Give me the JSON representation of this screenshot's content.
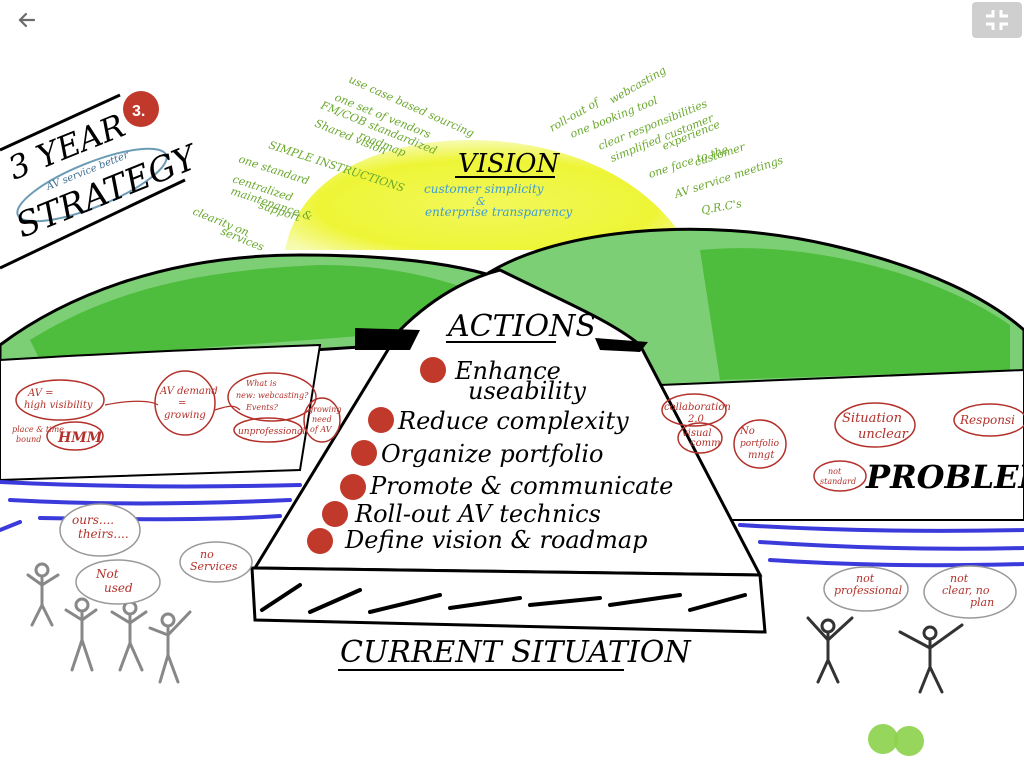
{
  "toolbar": {
    "back_icon": "arrow-left-icon",
    "fullscreen_icon": "exit-fullscreen-icon"
  },
  "colors": {
    "sun": "#eef536",
    "hill": "#3fb52b",
    "hill_light": "#7ccf74",
    "river": "#3b3bdc",
    "bullet": "#c0392b",
    "green_text": "#6aa82e",
    "red_text": "#b3312a",
    "figure": "#888888"
  },
  "title": {
    "line1": "3 YEAR",
    "line2": "STRATEGY",
    "sub": "AV service better",
    "number": "3."
  },
  "vision": {
    "title": "VISION",
    "line1": "customer simplicity",
    "line2": "&",
    "line3": "enterprise transparency"
  },
  "vision_notes_left": [
    "use case based sourcing",
    "one set of vendors",
    "FM/COB standardized",
    "Shared vision",
    "roadmap",
    "SIMPLE INSTRUCTIONS",
    "one standard",
    "centralized",
    "maintenance &",
    "support",
    "clearity on",
    "services"
  ],
  "vision_notes_right": [
    "roll-out of",
    "webcasting",
    "one booking tool",
    "clear responsibilities",
    "simplified customer",
    "experience",
    "one face to the",
    "customer",
    "AV service meetings",
    "Q.R.C's"
  ],
  "actions": {
    "title": "ACTIONS",
    "items": [
      {
        "line1": "Enhance",
        "line2": "useability"
      },
      {
        "line1": "Reduce complexity",
        "line2": ""
      },
      {
        "line1": "Organize portfolio",
        "line2": ""
      },
      {
        "line1": "Promote & communicate",
        "line2": ""
      },
      {
        "line1": "Roll-out AV technics",
        "line2": ""
      },
      {
        "line1": "Define vision & roadmap",
        "line2": ""
      }
    ]
  },
  "current_situation": "CURRENT SITUATION",
  "problems": {
    "title": "PROBLEMS",
    "bubbles_left": [
      {
        "line1": "AV =",
        "line2": "high visibility"
      },
      {
        "line1": "place & time",
        "line2": "bound"
      },
      {
        "line1": "HMM",
        "line2": ""
      },
      {
        "line1": "AV demand",
        "line2": "=",
        "line3": "growing"
      },
      {
        "line1": "What is",
        "line2": "new: webcasting?",
        "line3": "Events?"
      },
      {
        "line1": "unprofessional",
        "line2": ""
      },
      {
        "line1": "growing",
        "line2": "need",
        "line3": "of AV"
      }
    ],
    "bubbles_right": [
      {
        "line1": "collaboration",
        "line2": "2.0"
      },
      {
        "line1": "visual",
        "line2": "comm"
      },
      {
        "line1": "No",
        "line2": "portfolio",
        "line3": "mngt"
      },
      {
        "line1": "Situation",
        "line2": "unclear"
      },
      {
        "line1": "Responsi",
        "line2": ""
      },
      {
        "line1": "not",
        "line2": "standard"
      }
    ]
  },
  "people_left": [
    {
      "line1": "ours....",
      "line2": "theirs...."
    },
    {
      "line1": "Not",
      "line2": "used"
    },
    {
      "line1": "no",
      "line2": "Services"
    }
  ],
  "people_right": [
    {
      "line1": "not",
      "line2": "professional"
    },
    {
      "line1": "not",
      "line2": "clear, no",
      "line3": "plan"
    }
  ]
}
